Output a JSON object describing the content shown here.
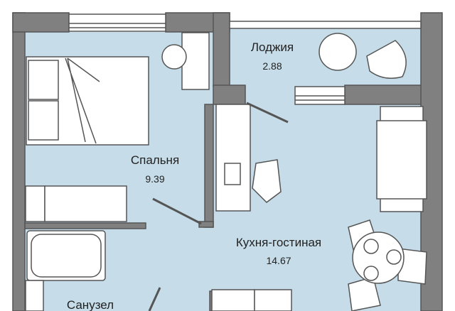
{
  "rooms": {
    "loggia": {
      "name": "Лоджия",
      "area": "2.88"
    },
    "bedroom": {
      "name": "Спальня",
      "area": "9.39"
    },
    "kitchen_living": {
      "name": "Кухня-гостиная",
      "area": "14.67"
    },
    "bathroom": {
      "name": "Санузел"
    }
  },
  "colors": {
    "wall": "#808080",
    "floor": "#c6dde9",
    "line": "#555555"
  }
}
